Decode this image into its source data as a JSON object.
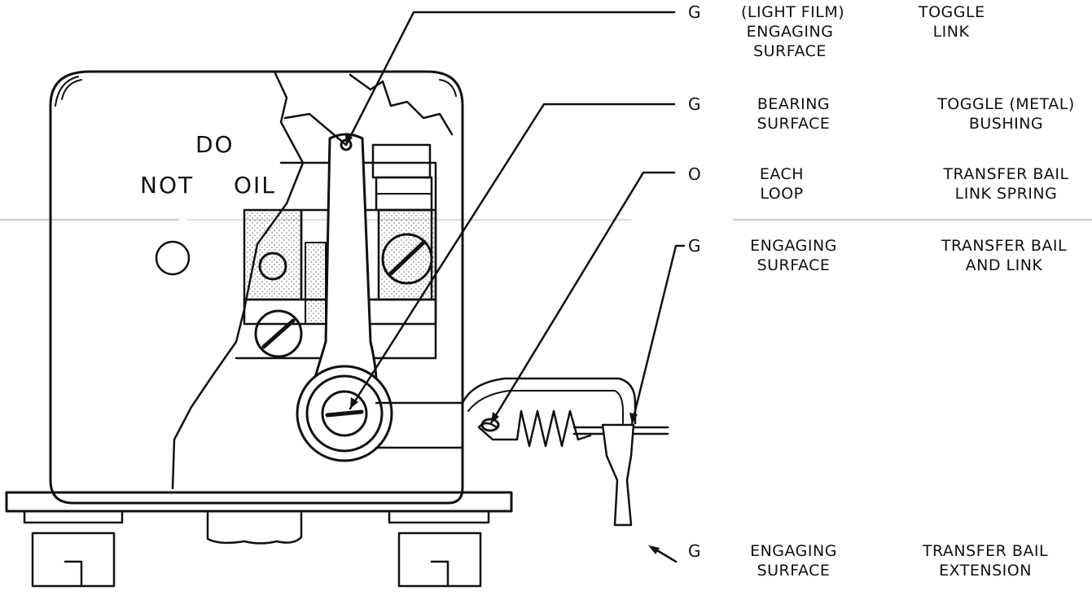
{
  "warning": {
    "line1": "DO",
    "line2a": "NOT",
    "line2b": "OIL"
  },
  "callouts": [
    {
      "code": "G",
      "location": "(LIGHT FILM)\nENGAGING\nSURFACE",
      "part": "TOGGLE\nLINK"
    },
    {
      "code": "G",
      "location": "BEARING\nSURFACE",
      "part": "TOGGLE (METAL)\nBUSHING"
    },
    {
      "code": "O",
      "location": "EACH\nLOOP",
      "part": "TRANSFER BAIL\nLINK SPRING"
    },
    {
      "code": "G",
      "location": "ENGAGING\nSURFACE",
      "part": "TRANSFER BAIL\nAND LINK"
    },
    {
      "code": "G",
      "location": "ENGAGING\nSURFACE",
      "part": "TRANSFER BAIL\nEXTENSION"
    }
  ]
}
